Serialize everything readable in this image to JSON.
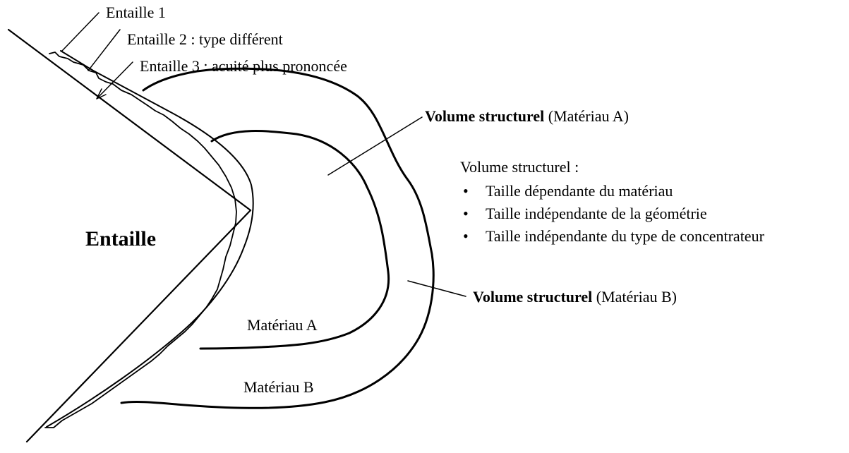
{
  "notch_labels": {
    "notch1": "Entaille 1",
    "notch2": "Entaille 2 : type différent",
    "notch3": "Entaille 3 : acuité plus prononcée"
  },
  "main_label": "Entaille",
  "volume_a": {
    "bold": "Volume structurel",
    "suffix": " (Matériau A)"
  },
  "volume_b": {
    "bold": "Volume structurel",
    "suffix": " (Matériau B)"
  },
  "properties": {
    "title": "Volume structurel :",
    "bullet": "•",
    "items": [
      "Taille dépendante du matériau",
      "Taille indépendante de la géométrie",
      "Taille indépendante du type de concentrateur"
    ]
  },
  "material_a": "Matériau A",
  "material_b": "Matériau B"
}
